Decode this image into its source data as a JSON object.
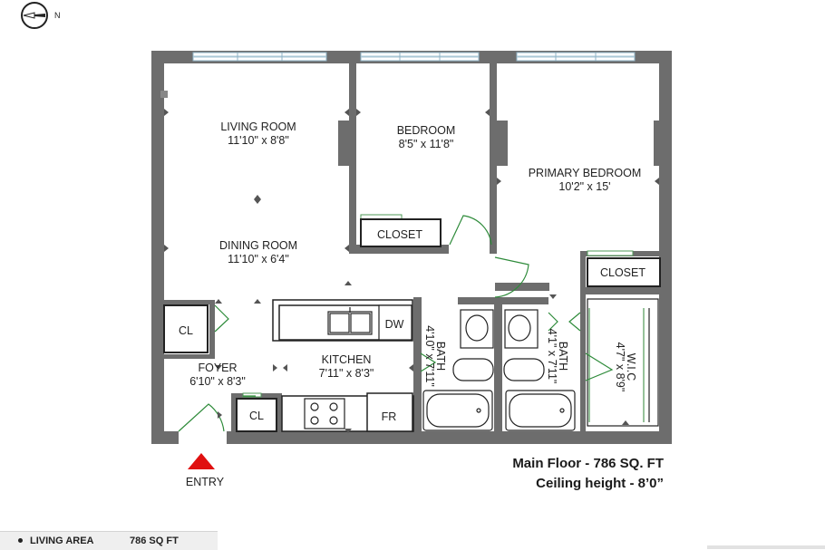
{
  "compass": {
    "north_label": "N"
  },
  "rooms": {
    "living_room": {
      "name": "LIVING ROOM",
      "dims": "11'10\" x 8'8\""
    },
    "bedroom": {
      "name": "BEDROOM",
      "dims": "8'5\" x 11'8\""
    },
    "primary_bedroom": {
      "name": "PRIMARY BEDROOM",
      "dims": "10'2\" x 15'"
    },
    "dining_room": {
      "name": "DINING ROOM",
      "dims": "11'10\" x 6'4\""
    },
    "kitchen": {
      "name": "KITCHEN",
      "dims": "7'11\" x 8'3\""
    },
    "foyer": {
      "name": "FOYER",
      "dims": "6'10\" x 8'3\""
    },
    "bath1": {
      "name": "BATH",
      "dims": "4'10\" x 7'11\""
    },
    "bath2": {
      "name": "BATH",
      "dims": "4'1\" x 7'11\""
    },
    "wic": {
      "name": "W.I.C",
      "dims": "4'7\" x 8'9\""
    },
    "closet_bedroom": {
      "name": "CLOSET"
    },
    "closet_primary": {
      "name": "CLOSET"
    },
    "cl_foyer": {
      "name": "CL"
    },
    "cl_kitchen": {
      "name": "CL"
    }
  },
  "appliances": {
    "dishwasher": "DW",
    "fridge": "FR"
  },
  "entry_label": "ENTRY",
  "info": {
    "main_floor": "Main Floor - 786 SQ. FT",
    "ceiling": "Ceiling height - 8’0”"
  },
  "legend": {
    "label": "LIVING AREA",
    "value": "786 SQ FT"
  },
  "colors": {
    "wall": "#6d6d6d",
    "window": "#a9c7d6",
    "door_swing": "#2e8b3a",
    "entry_marker": "#e01010"
  }
}
